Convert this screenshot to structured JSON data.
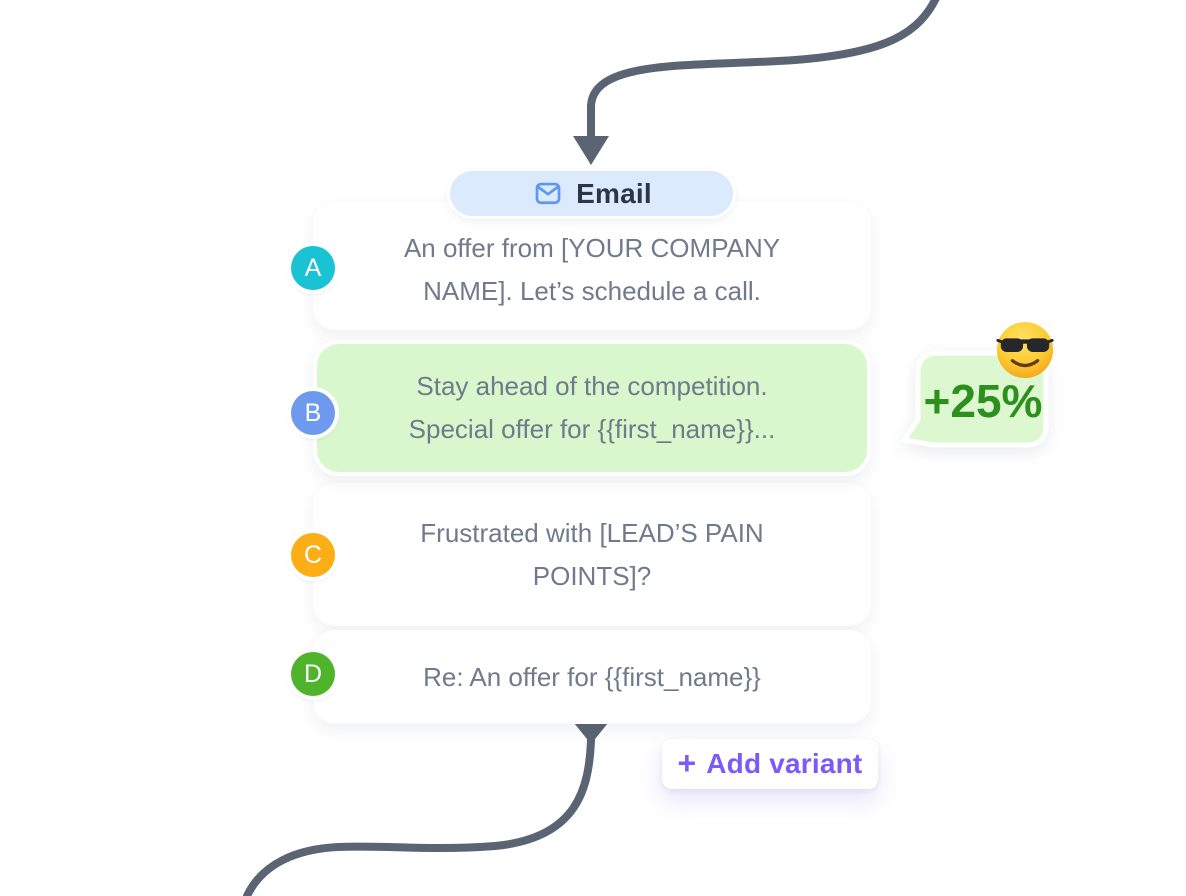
{
  "email_node": {
    "label": "Email",
    "icon": "envelope-icon",
    "pill_bg": "#dbeafd",
    "label_color": "#2b3647",
    "icon_color": "#5e96f3"
  },
  "variants": [
    {
      "letter": "A",
      "subject": "An offer from [YOUR COMPANY NAME]. Let’s schedule a call.",
      "badge_color": "#19c3d3",
      "selected": false
    },
    {
      "letter": "B",
      "subject": "Stay ahead of the competition. Special offer for {{first_name}}...",
      "badge_color": "#6d99ef",
      "selected": true
    },
    {
      "letter": "C",
      "subject": "Frustrated with [LEAD’S PAIN POINTS]?",
      "badge_color": "#fcae16",
      "selected": false
    },
    {
      "letter": "D",
      "subject": "Re: An offer for {{first_name}}",
      "badge_color": "#4fb32c",
      "selected": false
    }
  ],
  "uplift_callout": {
    "value": "+25%",
    "emoji": "smiling-face-with-sunglasses",
    "text_color": "#2f8f1e",
    "bubble_bg": "#ddf8d1"
  },
  "add_variant": {
    "plus": "+",
    "label": "Add variant",
    "accent_color": "#7b5af7"
  },
  "colors": {
    "connector": "#5b6472",
    "card_bg": "#ffffff",
    "selected_card_bg": "#d9f7cc",
    "subject_text": "#6f7b8b"
  }
}
